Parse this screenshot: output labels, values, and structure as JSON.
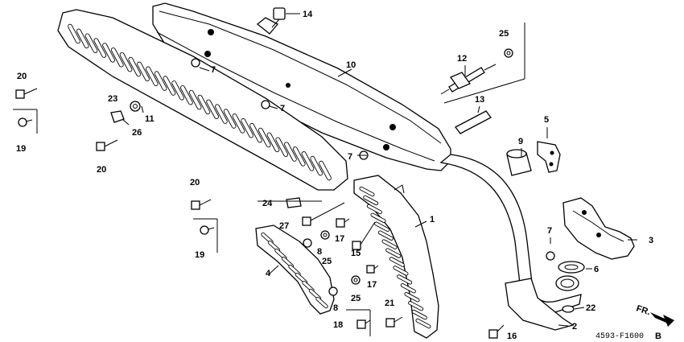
{
  "diagram": {
    "code": "4593-F1600",
    "code_suffix": "B",
    "direction_label": "FR."
  },
  "callouts": {
    "c1": "1",
    "c2": "2",
    "c3": "3",
    "c4": "4",
    "c5": "5",
    "c6": "6",
    "c7a": "7",
    "c7b": "7",
    "c7c": "7",
    "c7d": "7",
    "c8a": "8",
    "c8b": "8",
    "c9": "9",
    "c10": "10",
    "c11": "11",
    "c12": "12",
    "c13": "13",
    "c14": "14",
    "c15": "15",
    "c16": "16",
    "c17a": "17",
    "c17b": "17",
    "c18": "18",
    "c19a": "19",
    "c19b": "19",
    "c20a": "20",
    "c20b": "20",
    "c20c": "20",
    "c21": "21",
    "c22": "22",
    "c23": "23",
    "c24": "24",
    "c25a": "25",
    "c25b": "25",
    "c25c": "25",
    "c26": "26",
    "c27": "27"
  }
}
